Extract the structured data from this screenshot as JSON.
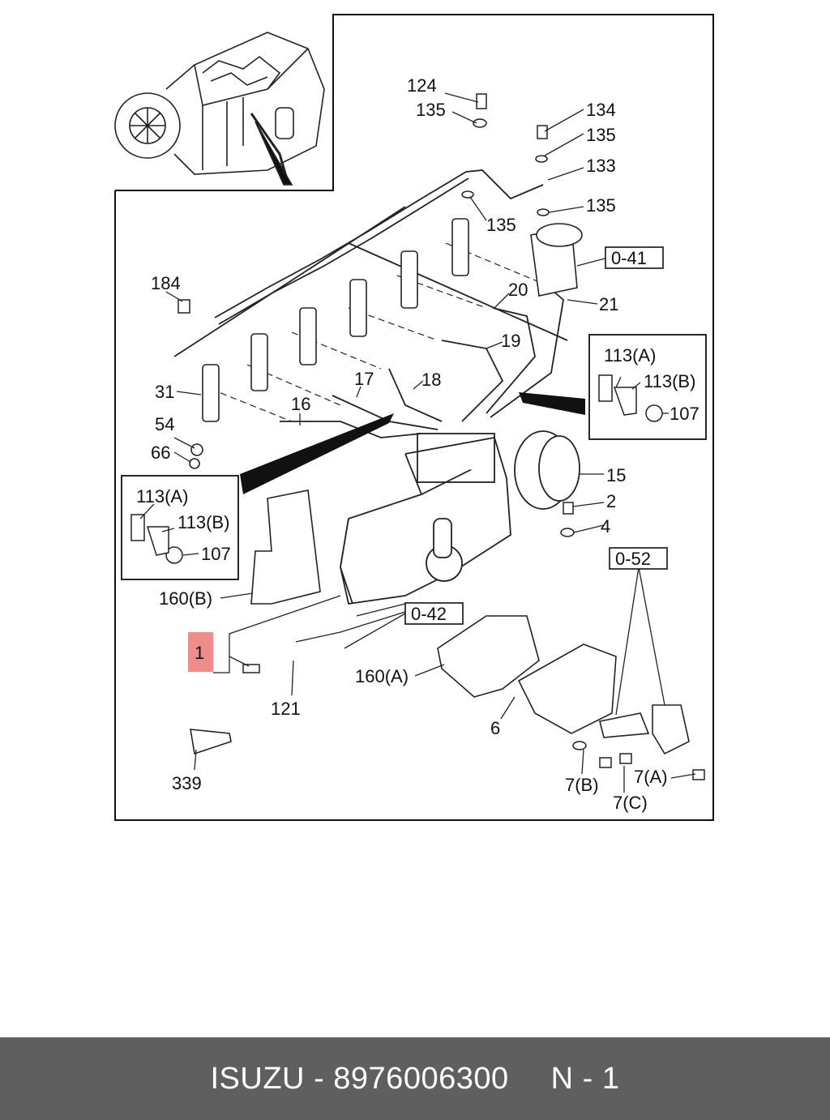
{
  "footer": {
    "brand": "ISUZU",
    "separator": "-",
    "part_number": "8976006300",
    "quantity": "N - 1"
  },
  "highlight_color": "#f08c8c",
  "footer_color": "#5f5f5f",
  "callouts": {
    "c124": "124",
    "c135a": "135",
    "c134": "134",
    "c135b": "135",
    "c133": "133",
    "c135c": "135",
    "c135d": "135",
    "ref041": "0-41",
    "c184": "184",
    "c20": "20",
    "c21": "21",
    "c19": "19",
    "c113a_r": "113(A)",
    "c113b_r": "113(B)",
    "c107_r": "107",
    "c31": "31",
    "c17": "17",
    "c18": "18",
    "c16": "16",
    "c54": "54",
    "c66": "66",
    "c15": "15",
    "c2": "2",
    "c4": "4",
    "c113a_l": "113(A)",
    "c113b_l": "113(B)",
    "c107_l": "107",
    "ref052": "0-52",
    "c160b": "160(B)",
    "ref042": "0-42",
    "c1": "1",
    "c160a": "160(A)",
    "c121": "121",
    "c6": "6",
    "c339": "339",
    "c7b": "7(B)",
    "c7a": "7(A)",
    "c7c": "7(C)"
  }
}
